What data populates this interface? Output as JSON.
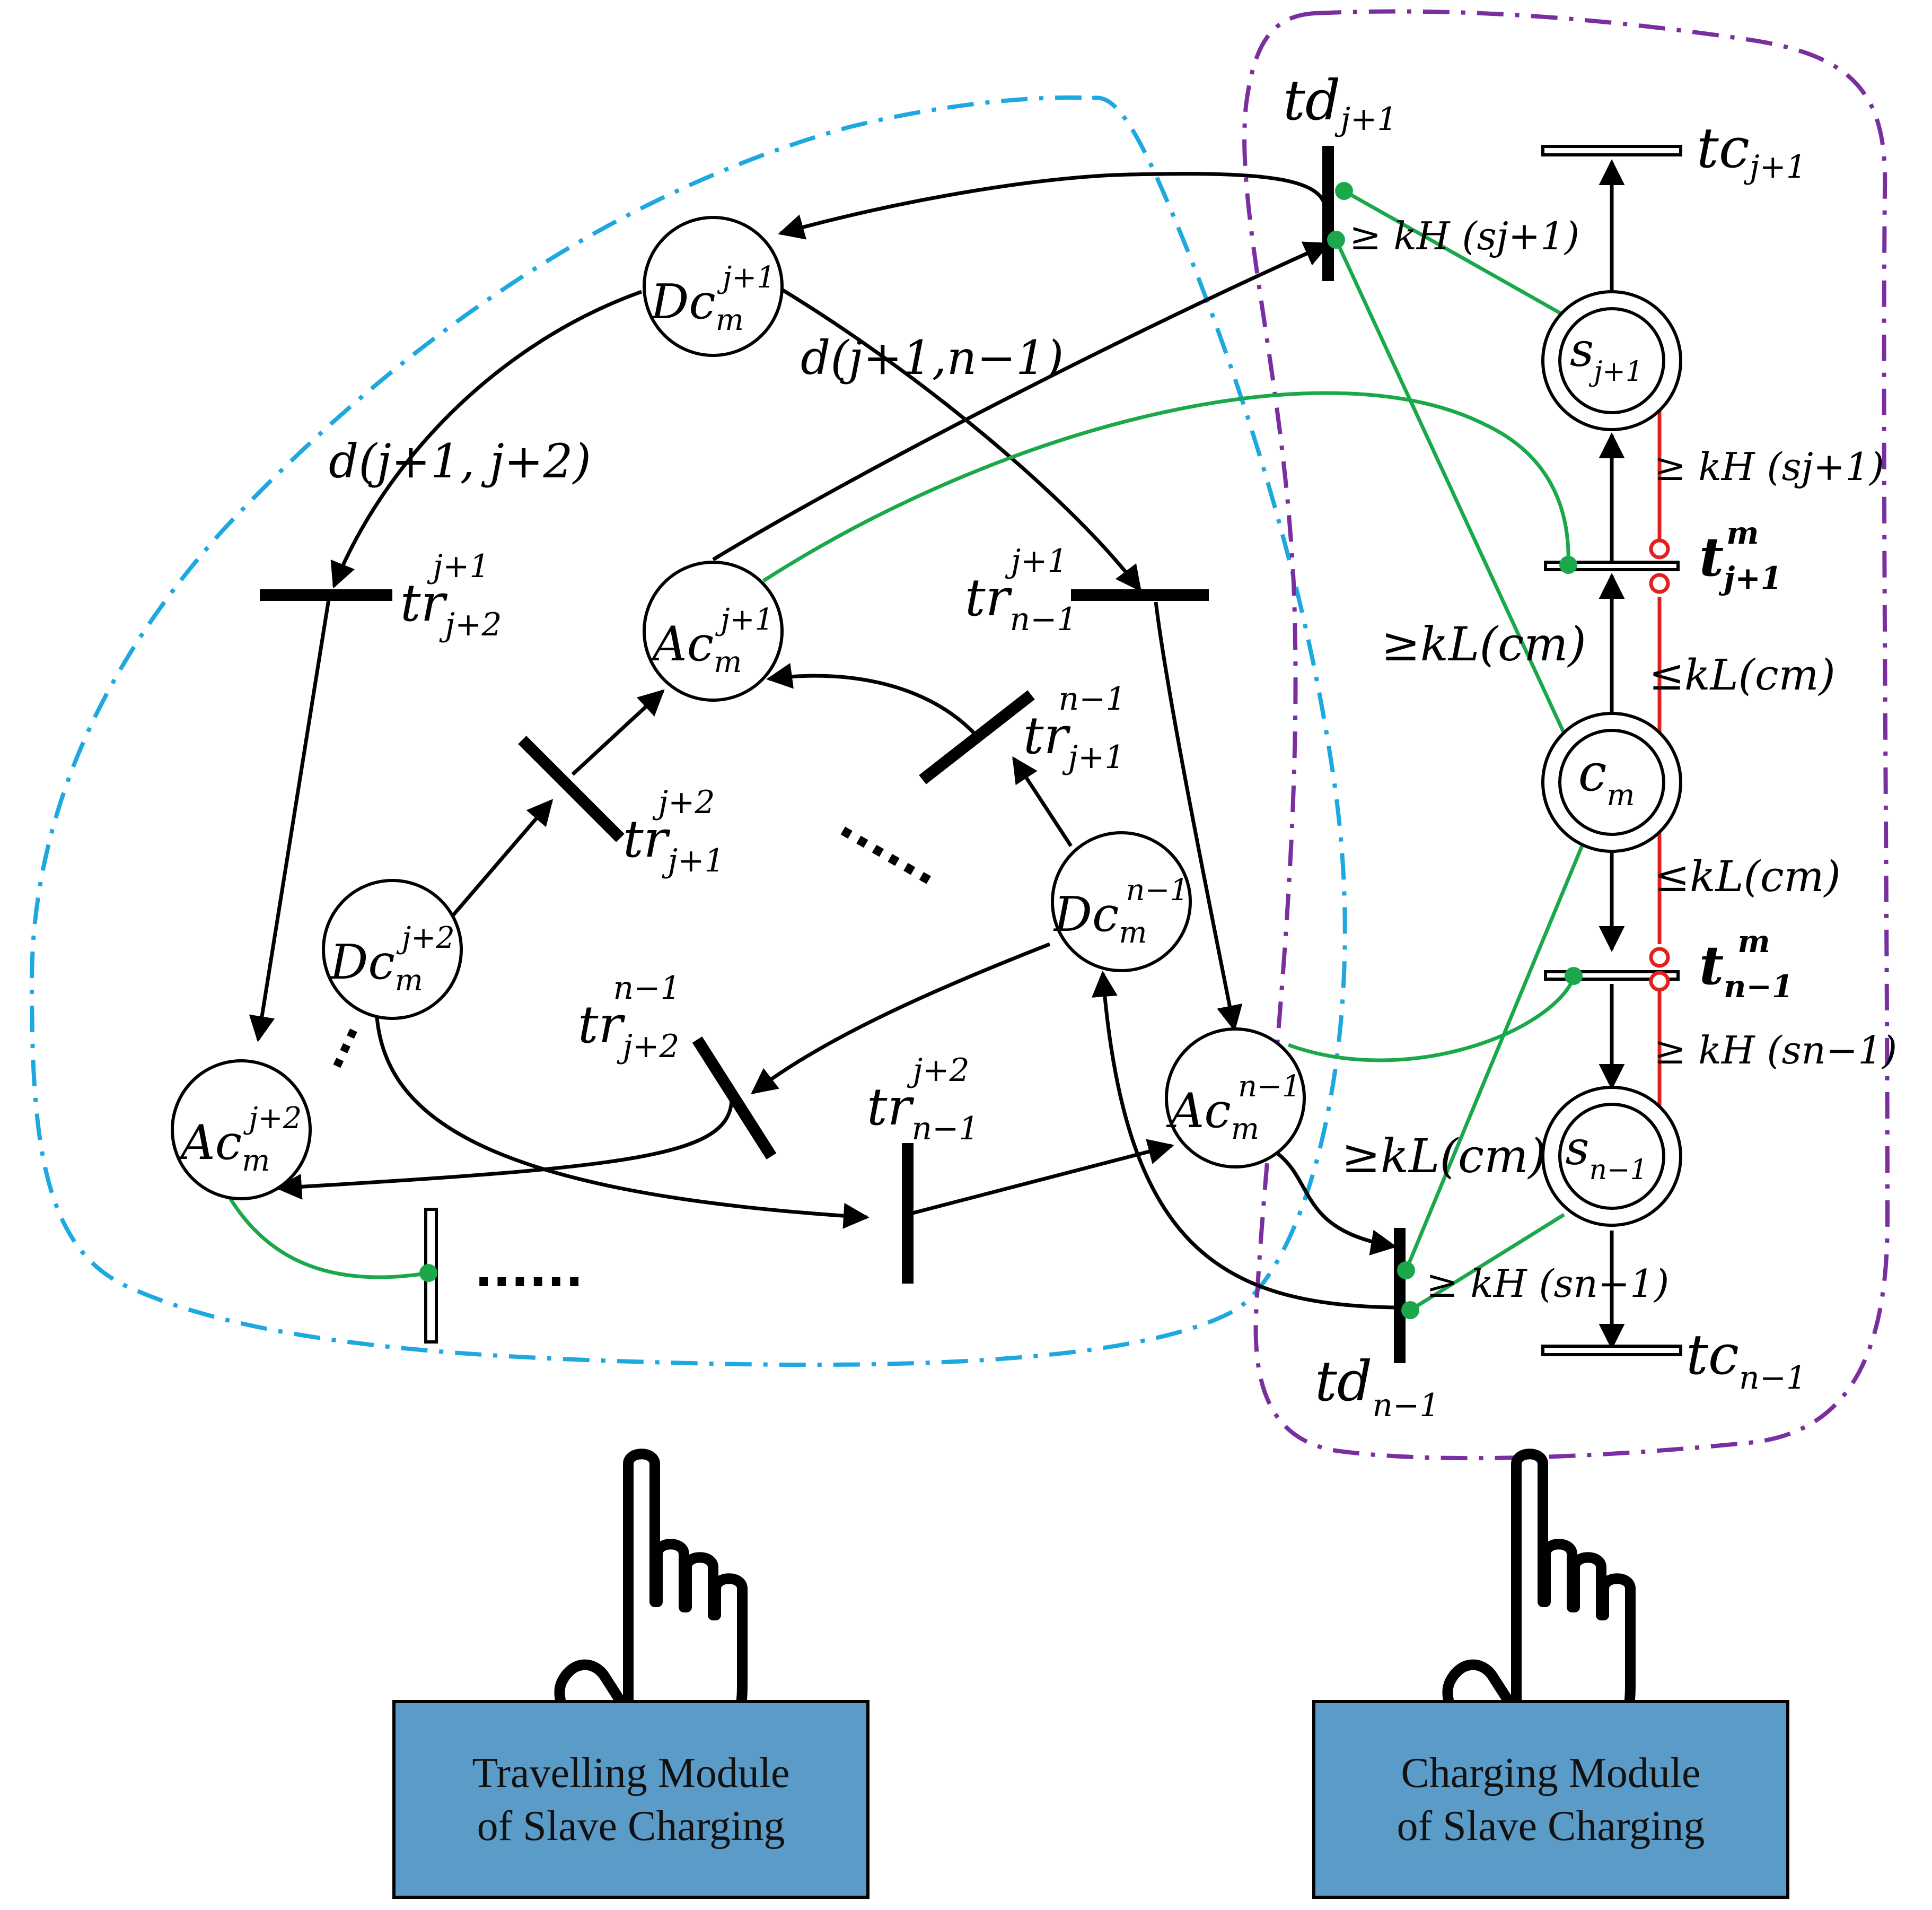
{
  "places": {
    "dc_j1": {
      "base": "Dc",
      "sub": "m",
      "sup": "j+1"
    },
    "dc_j2": {
      "base": "Dc",
      "sub": "m",
      "sup": "j+2"
    },
    "dc_n1": {
      "base": "Dc",
      "sub": "m",
      "sup": "n−1"
    },
    "ac_j1": {
      "base": "Ac",
      "sub": "m",
      "sup": "j+1"
    },
    "ac_j2": {
      "base": "Ac",
      "sub": "m",
      "sup": "j+2"
    },
    "ac_n1": {
      "base": "Ac",
      "sub": "m",
      "sup": "n−1"
    },
    "s_j1": {
      "base": "s",
      "sub": "j+1"
    },
    "c_m": {
      "base": "c",
      "sub": "m"
    },
    "s_n1": {
      "base": "s",
      "sub": "n−1"
    }
  },
  "transitions": {
    "tr_j2_j1": {
      "base": "tr",
      "sub": "j+2",
      "sup": "j+1"
    },
    "tr_n1_j1": {
      "base": "tr",
      "sub": "n−1",
      "sup": "j+1"
    },
    "tr_j1_n1": {
      "base": "tr",
      "sub": "j+1",
      "sup": "n−1"
    },
    "tr_j1_j2": {
      "base": "tr",
      "sub": "j+1",
      "sup": "j+2"
    },
    "tr_j2_n1": {
      "base": "tr",
      "sub": "j+2",
      "sup": "n−1"
    },
    "tr_n1_j2": {
      "base": "tr",
      "sub": "n−1",
      "sup": "j+2"
    },
    "td_j1": {
      "base": "td",
      "sub": "j+1"
    },
    "td_n1": {
      "base": "td",
      "sub": "n−1"
    },
    "tc_j1": {
      "base": "tc",
      "sub": "j+1"
    },
    "tc_n1": {
      "base": "tc",
      "sub": "n−1"
    },
    "t_j1_m": {
      "base": "t",
      "sub": "j+1",
      "sup": "m"
    },
    "t_n1_m": {
      "base": "t",
      "sub": "n−1",
      "sup": "m"
    }
  },
  "arc_labels": {
    "d_j1_j2": "d(j+1, j+2)",
    "d_j1_n1": "d(j+1,n−1)",
    "kh_sj1_top": "≥ kH (sj+1)",
    "kh_sj1_right": "≥ kH (sj+1)",
    "kl_cm_upper": "≤kL(cm)",
    "kl_cm_lower": "≤kL(cm)",
    "kh_sn1_right": "≥ kH (sn−1)",
    "kh_sn1_bottom": "≥ kH (sn−1)",
    "kl_cm_mid": "≥kL(cm)",
    "kl_cm_low": "≥kL(cm)"
  },
  "ellipses": {
    "center": "......",
    "bottom": "......",
    "left": "..."
  },
  "modules": {
    "travelling": "Travelling Module\nof Slave Charging",
    "charging": "Charging Module\nof Slave Charging"
  },
  "colors": {
    "travelling_boundary": "#1ea8e0",
    "charging_boundary": "#7a2fa0",
    "inhibitor": "#e32020",
    "test_arc": "#1aa84a",
    "module_fill": "#5b9bc8"
  },
  "icons": [
    "hand-pointer-icon",
    "hand-pointer-icon"
  ]
}
